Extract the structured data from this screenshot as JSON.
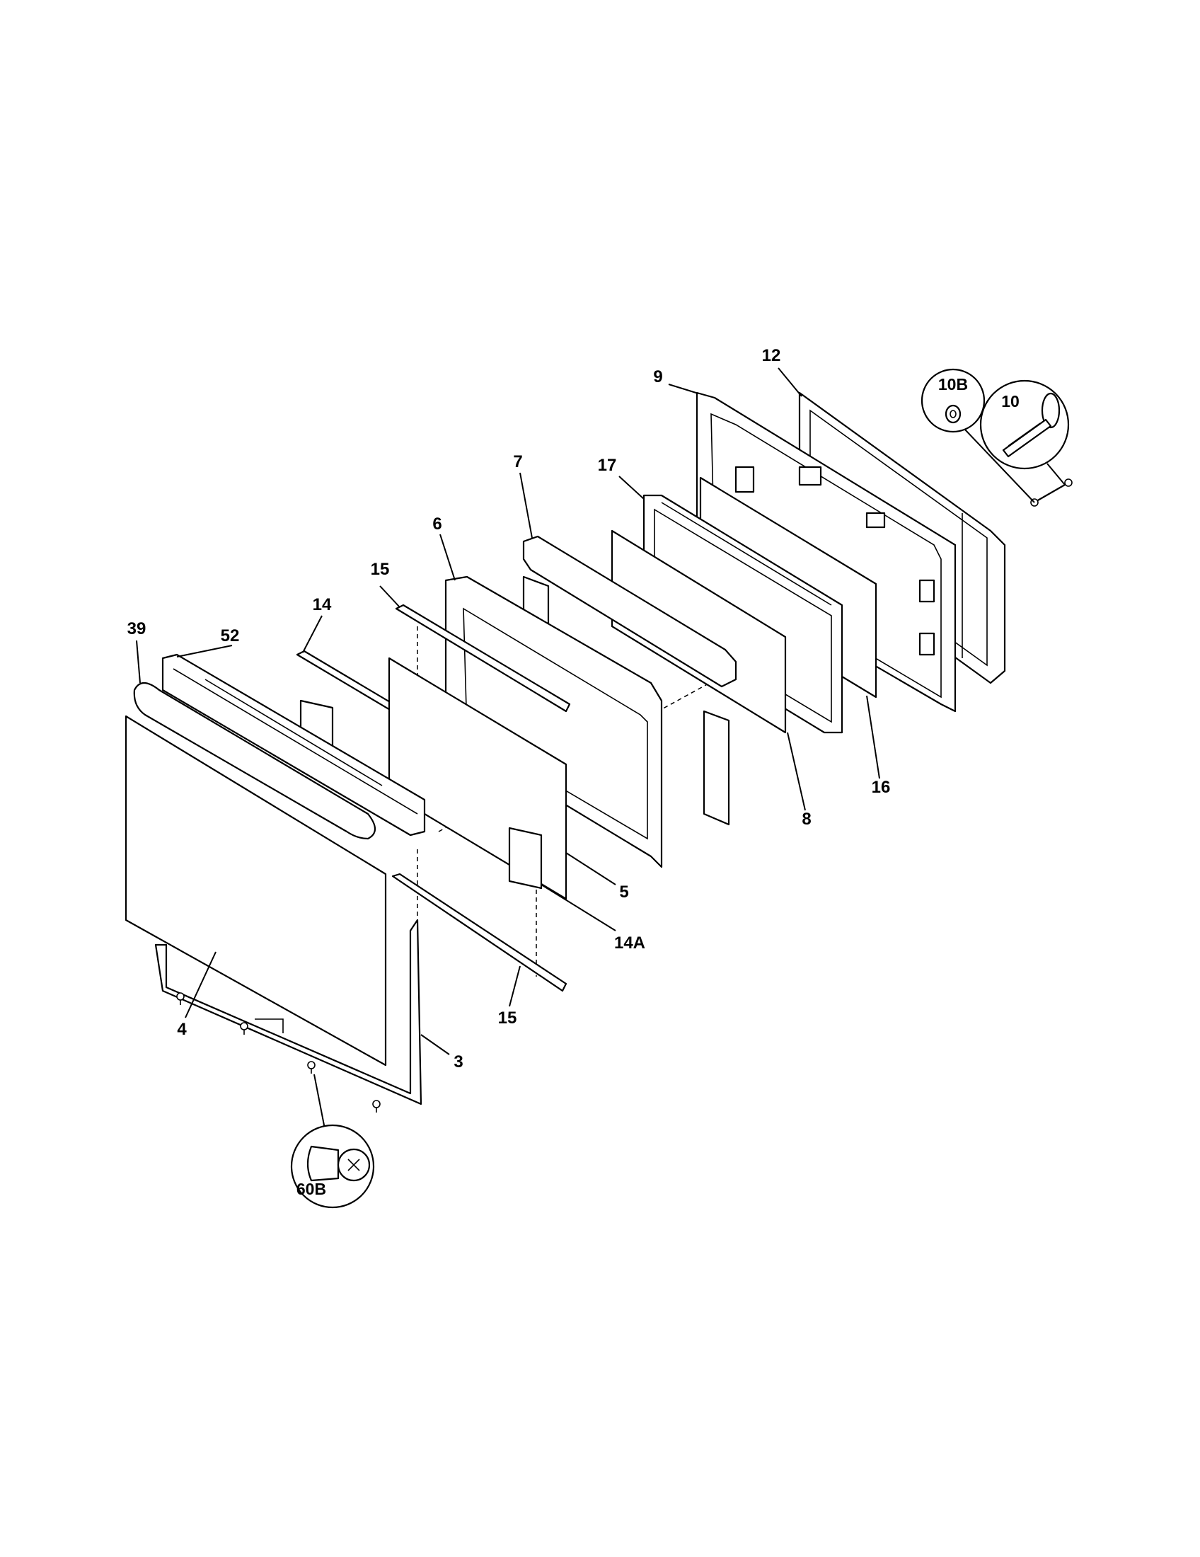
{
  "callouts": {
    "c3": "3",
    "c4": "4",
    "c5": "5",
    "c6": "6",
    "c7": "7",
    "c8": "8",
    "c9": "9",
    "c10": "10",
    "c10b": "10B",
    "c12": "12",
    "c14": "14",
    "c14a": "14A",
    "c15_top": "15",
    "c15_bottom": "15",
    "c16": "16",
    "c17": "17",
    "c39": "39",
    "c52": "52",
    "c60b": "60B"
  },
  "colors": {
    "line": "#000000",
    "background": "#ffffff"
  }
}
